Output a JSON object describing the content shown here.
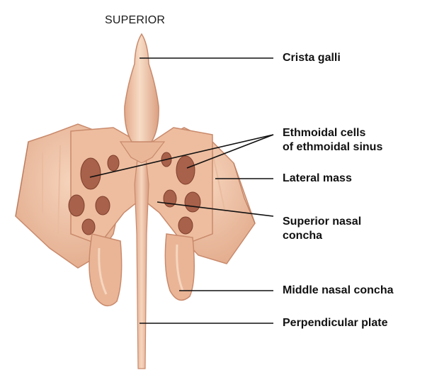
{
  "orientation_label": "SUPERIOR",
  "labels": {
    "crista_galli": "Crista galli",
    "ethmoidal_cells_line1": "Ethmoidal cells",
    "ethmoidal_cells_line2": "of ethmoidal sinus",
    "lateral_mass": "Lateral mass",
    "superior_nasal_concha_line1": "Superior nasal",
    "superior_nasal_concha_line2": "concha",
    "middle_nasal_concha": "Middle nasal concha",
    "perpendicular_plate": "Perpendicular plate"
  },
  "colors": {
    "bone_light": "#f2cdb2",
    "bone_mid": "#e8b393",
    "bone_shadow": "#c98a6c",
    "cavity": "#a8614a",
    "leader_line": "#111111"
  }
}
